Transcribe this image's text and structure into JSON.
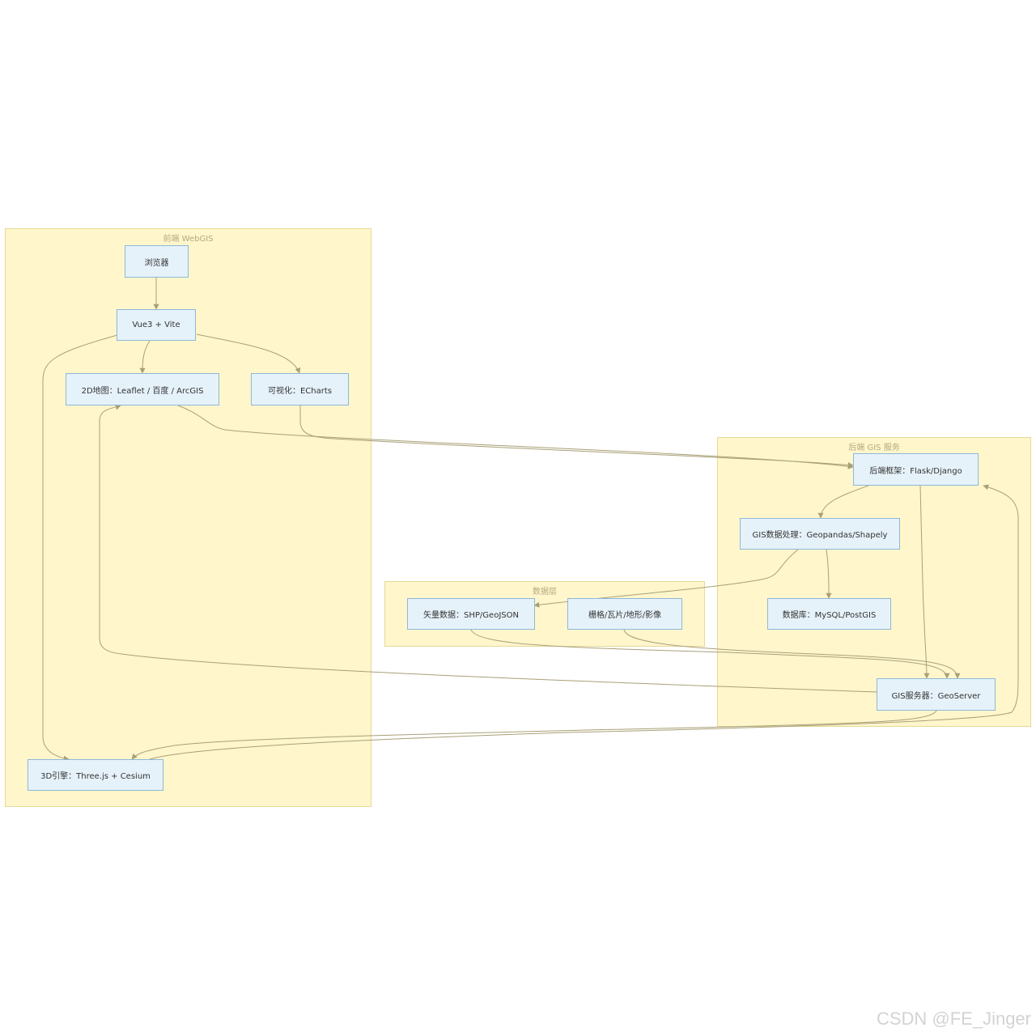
{
  "groups": {
    "frontend": "前端 WebGIS",
    "backend": "后端 GIS 服务",
    "data": "数据层"
  },
  "nodes": {
    "browser": "浏览器",
    "vue": "Vue3 + Vite",
    "map2d": "2D地图：Leaflet / 百度 / ArcGIS",
    "echarts": "可视化：ECharts",
    "engine3d": "3D引擎：Three.js + Cesium",
    "framework": "后端框架：Flask/Django",
    "processing": "GIS数据处理：Geopandas/Shapely",
    "database": "数据库：MySQL/PostGIS",
    "geoserver": "GIS服务器：GeoServer",
    "vector": "矢量数据：SHP/GeoJSON",
    "raster": "栅格/瓦片/地形/影像"
  },
  "colors": {
    "group_fill": "#fff6cc",
    "group_border": "#e6d996",
    "node_fill": "#e6f2fa",
    "node_border": "#8fb8d6",
    "edge": "#a8a077"
  },
  "watermark": "CSDN @FE_Jinger"
}
